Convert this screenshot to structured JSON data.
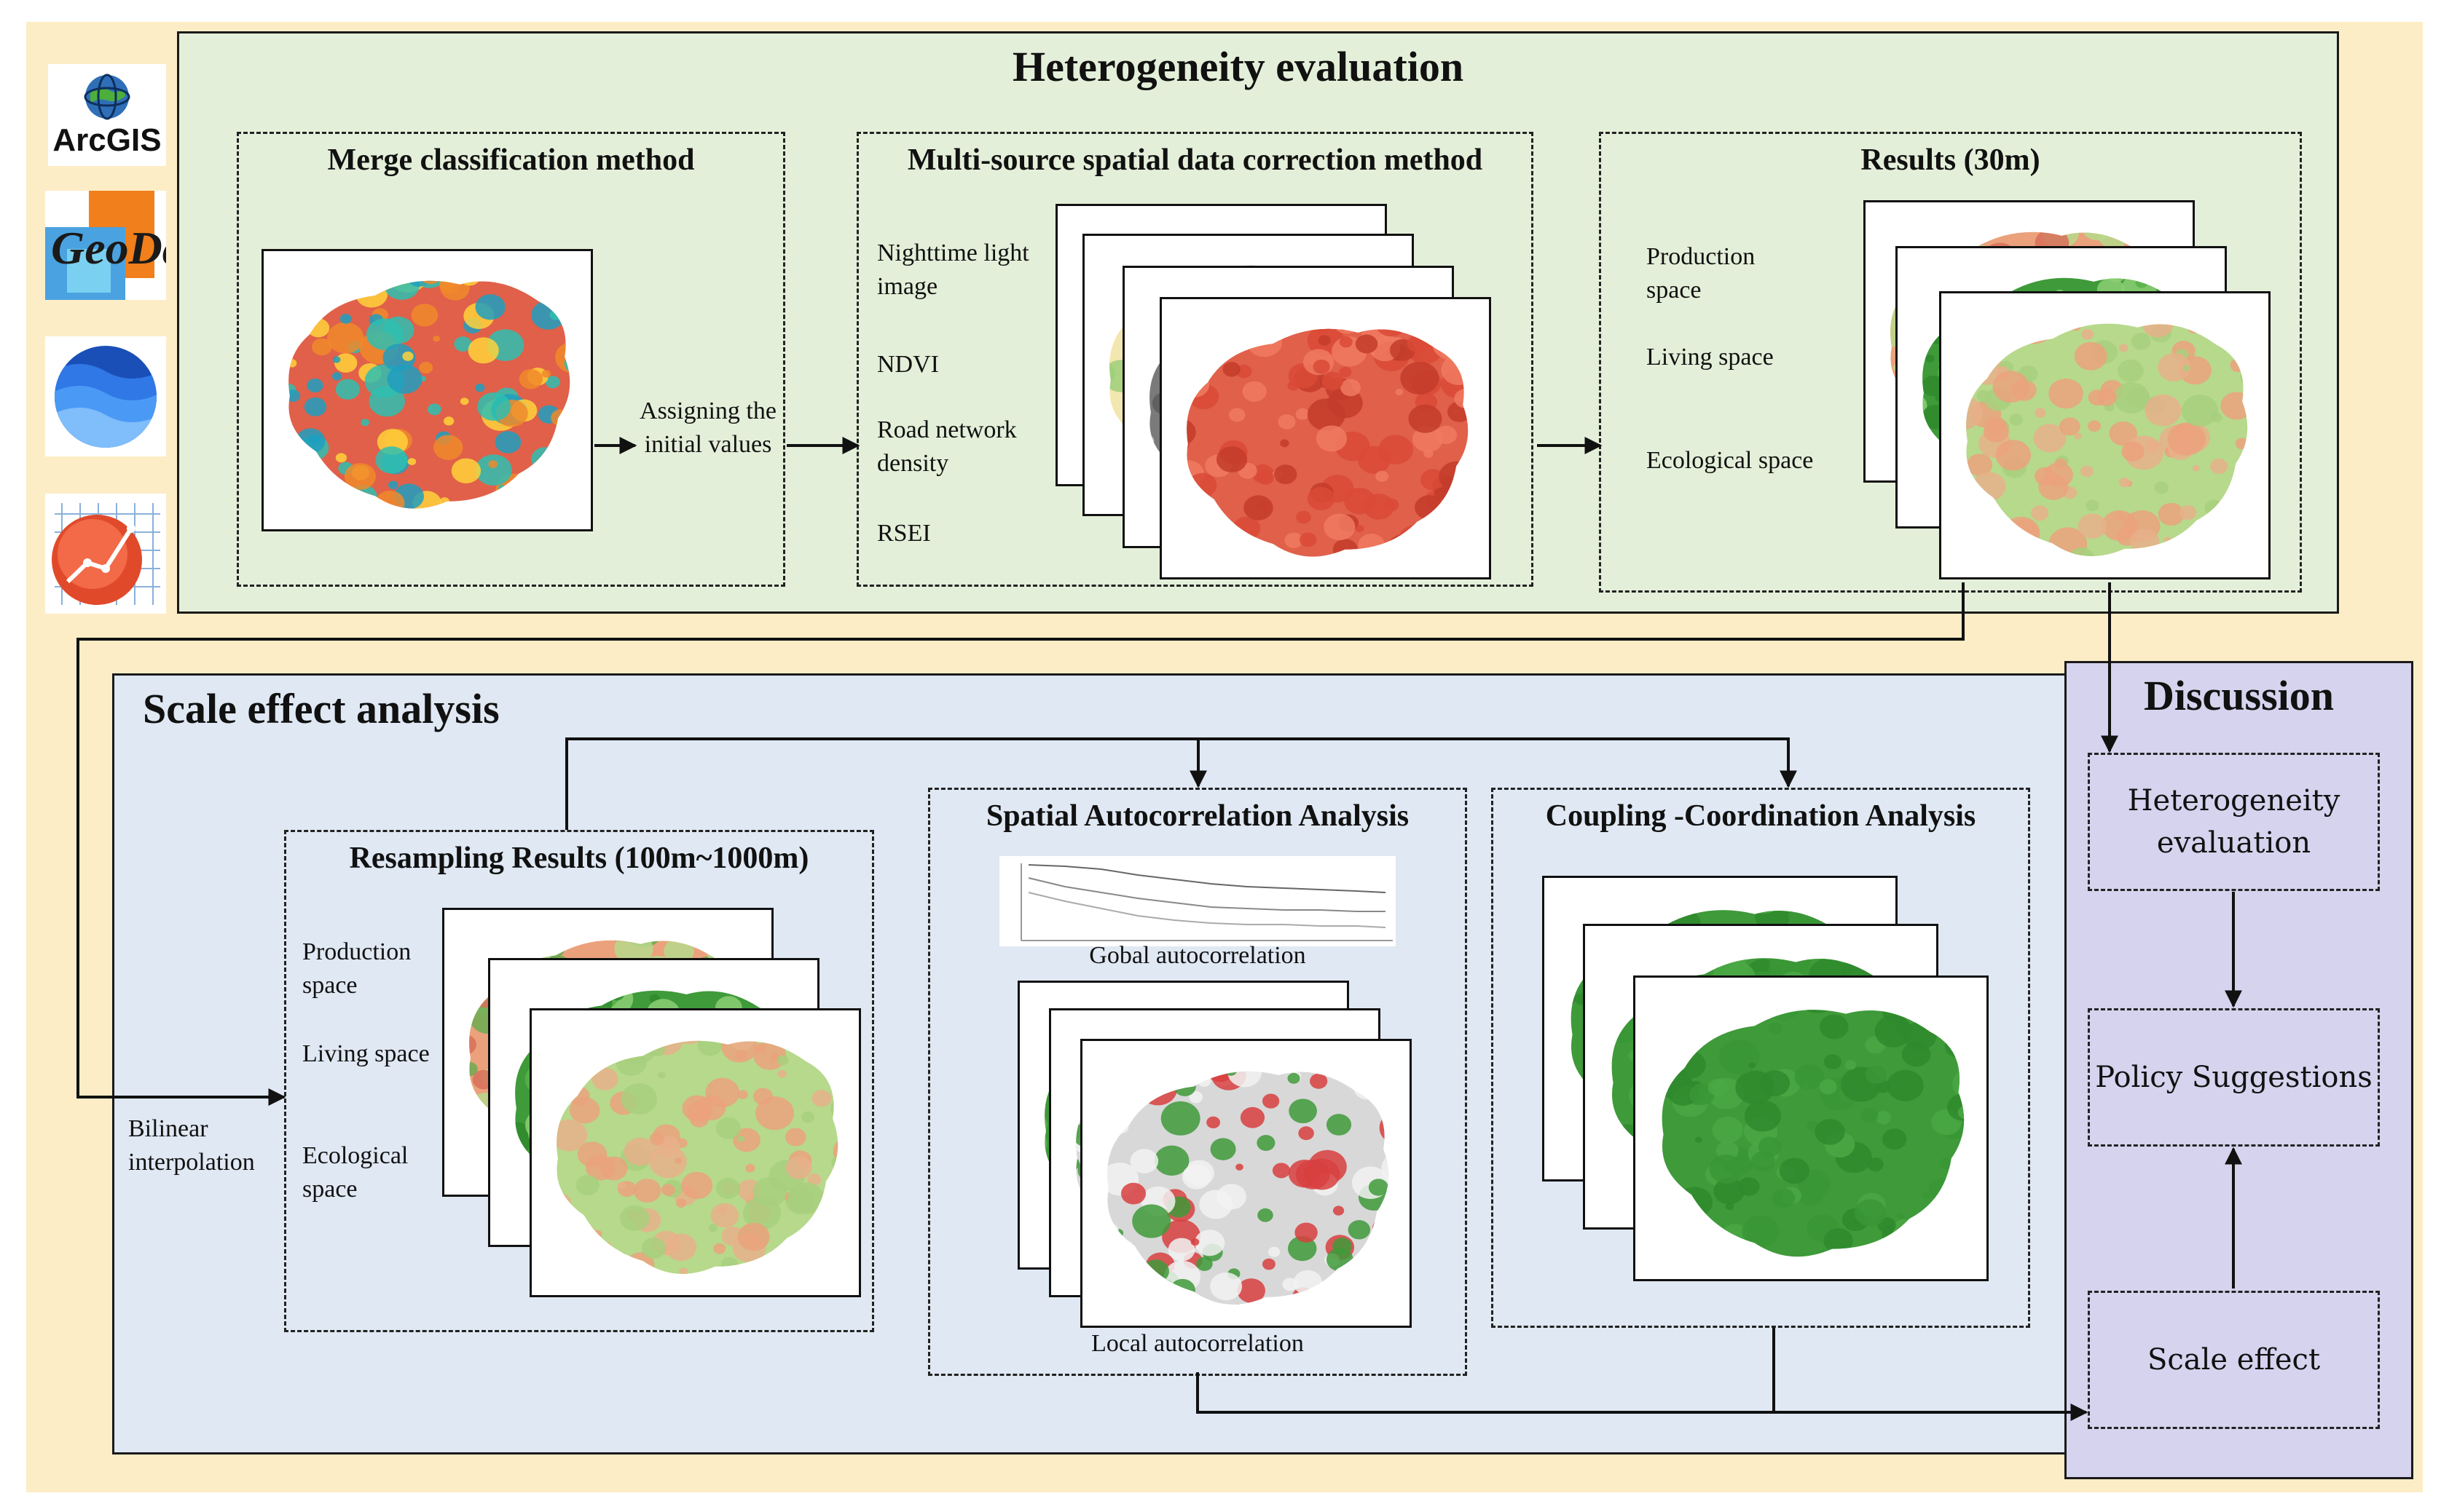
{
  "heterogeneity": {
    "title": "Heterogeneity evaluation",
    "merge": {
      "title": "Merge classification method"
    },
    "assign_label": "Assigning the initial values",
    "multisource": {
      "title": "Multi-source spatial data correction method",
      "items": [
        "Nighttime light image",
        "NDVI",
        "Road network density",
        "RSEI"
      ]
    },
    "results": {
      "title": "Results (30m)",
      "items": [
        "Production space",
        "Living space",
        "Ecological space"
      ]
    }
  },
  "software_logos": [
    {
      "name": "arcgis-logo",
      "text": "ArcGIS"
    },
    {
      "name": "geoda-logo",
      "text": "GeoDa"
    },
    {
      "name": "google-earth-engine-logo",
      "text": ""
    },
    {
      "name": "origin-logo",
      "text": ""
    }
  ],
  "scale": {
    "title": "Scale effect analysis",
    "bilinear_label": "Bilinear interpolation",
    "resampling": {
      "title": "Resampling Results (100m~1000m)",
      "items": [
        "Production space",
        "Living space",
        "Ecological space"
      ]
    },
    "spatial": {
      "title": "Spatial Autocorrelation Analysis",
      "global_label": "Gobal autocorrelation",
      "local_label": "Local autocorrelation"
    },
    "coupling": {
      "title": "Coupling -Coordination Analysis"
    }
  },
  "discussion": {
    "title": "Discussion",
    "boxes": [
      "Heterogeneity evaluation",
      "Policy Suggestions",
      "Scale effect"
    ]
  },
  "colors": {
    "hetero_bg": "#e4efd9",
    "scale_bg": "#dfe8f3",
    "discussion_bg": "#d6d3ee",
    "outer_bg": "#fdedc6",
    "map_red": "#e0604a",
    "map_green": "#3f9a3a",
    "map_teal": "#1e9fbf",
    "map_light_green": "#b7d98c",
    "map_salmon": "#eba27c"
  }
}
